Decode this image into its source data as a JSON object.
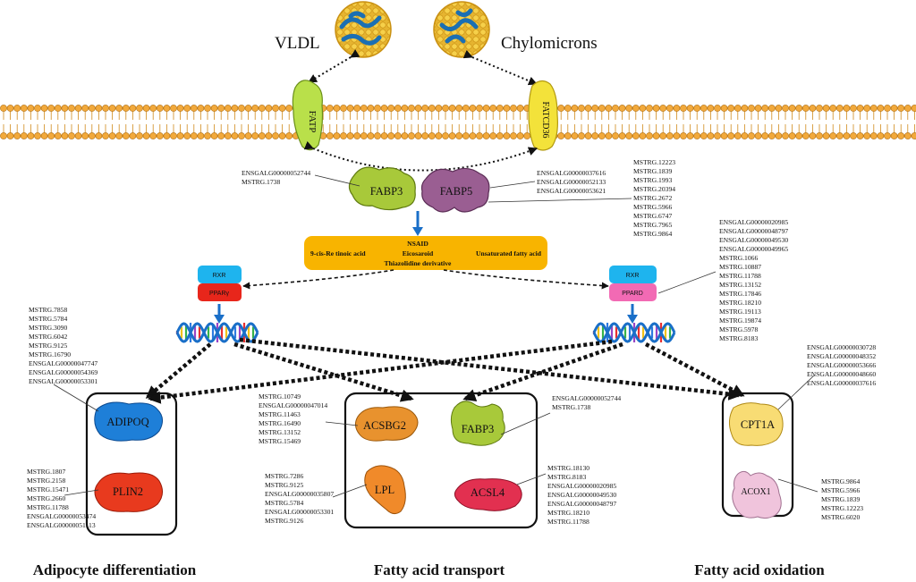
{
  "lipoproteins": {
    "vldl": "VLDL",
    "chylomicrons": "Chylomicrons"
  },
  "transporters": {
    "fatp": "FATP",
    "fatcd36": "FATCD36"
  },
  "binding_proteins": {
    "fabp3": "FABP3",
    "fabp5": "FABP5"
  },
  "fabp3_genes": [
    "ENSGALG00000052744",
    "MSTRG.1738"
  ],
  "fabp5_genes_left": [
    "ENSGALG00000037616",
    "ENSGALG00000052133",
    "ENSGALG00000053621"
  ],
  "fabp5_genes_right": [
    "MSTRG.12223",
    "MSTRG.1839",
    "MSTRG.1993",
    "MSTRG.20394",
    "MSTRG.2672",
    "MSTRG.5966",
    "MSTRG.6747",
    "MSTRG.7965",
    "MSTRG.9864"
  ],
  "ligands": {
    "nsaid": "NSAID",
    "retinoic": "9-cis-Re tinoic acid",
    "eicosanoid": "Eicosaroid",
    "thiazolidine": "Thiazolidine derivative",
    "unsaturated": "Unsaturated fatty acid"
  },
  "receptors": {
    "rxr_left": "RXR",
    "ppary": "PPARγ",
    "rxr_right": "RXR",
    "ppard": "PPARD"
  },
  "ppard_genes": [
    "ENSGALG00000020985",
    "ENSGALG00000048797",
    "ENSGALG00000049530",
    "ENSGALG00000049965",
    "MSTRG.1066",
    "MSTRG.10887",
    "MSTRG.11788",
    "MSTRG.13152",
    "MSTRG.17846",
    "MSTRG.18210",
    "MSTRG.19113",
    "MSTRG.19874",
    "MSTRG.5978",
    "MSTRG.8183"
  ],
  "adipoq_genes": [
    "MSTRG.7858",
    "MSTRG.5784",
    "MSTRG.3090",
    "MSTRG.6042",
    "MSTRG.9125",
    "MSTRG.16790",
    "ENSGALG00000047747",
    "ENSGALG00000054369",
    "ENSGALG00000053301"
  ],
  "plin2_genes": [
    "MSTRG.1807",
    "MSTRG.2158",
    "MSTRG.15471",
    "MSTRG.2660",
    "MSTRG.11788",
    "ENSGALG00000053474",
    "ENSGALG00000051113"
  ],
  "acsbg2_genes": [
    "MSTRG.10749",
    "ENSGALG00000047014",
    "MSTRG.11463",
    "MSTRG.16490",
    "MSTRG.13152",
    "MSTRG.15469"
  ],
  "fabp3b_genes": [
    "ENSGALG00000052744",
    "MSTRG.1738"
  ],
  "lpl_genes": [
    "MSTRG.7286",
    "MSTRG.9125",
    "ENSGALG00000035807",
    "MSTRG.5784",
    "ENSGALG00000053301",
    "MSTRG.9126"
  ],
  "acsl4_genes": [
    "MSTRG.18130",
    "MSTRG.8183",
    "ENSGALG00000020985",
    "ENSGALG00000049530",
    "ENSGALG00000048797",
    "MSTRG.18210",
    "MSTRG.11788"
  ],
  "cpt1a_genes": [
    "ENSGALG00000030728",
    "ENSGALG00000048352",
    "ENSGALG00000053666",
    "ENSGALG00000048660",
    "ENSGALG00000037616"
  ],
  "acox1_genes": [
    "MSTRG.9864",
    "MSTRG.5966",
    "MSTRG.1839",
    "MSTRG.12223",
    "MSTRG.6020"
  ],
  "target_proteins": {
    "adipoq": "ADIPOQ",
    "plin2": "PLIN2",
    "acsbg2": "ACSBG2",
    "fabp3b": "FABP3",
    "lpl": "LPL",
    "acsl4": "ACSL4",
    "cpt1a": "CPT1A",
    "acox1": "ACOX1"
  },
  "sections": {
    "adipocyte": "Adipocyte differentiation",
    "transport": "Fatty acid transport",
    "oxidation": "Fatty acid oxidation"
  },
  "colors": {
    "membrane_head": "#f2a93b",
    "fatp": "#b9e04a",
    "fatcd36": "#f3e23a",
    "fabp3": "#a8c93a",
    "fabp5": "#9a5e92",
    "ligand_box": "#f8b400",
    "rxr": "#1eb4ee",
    "ppary": "#e8261b",
    "ppard": "#f26ab4",
    "adipoq": "#1e7fd8",
    "plin2": "#e83a1e",
    "acsbg2": "#e8922e",
    "lpl": "#f08a2a",
    "acsl4": "#e23050",
    "cpt1a": "#f8dc74",
    "acox1": "#f0c4dc",
    "arrow_blue": "#1a6fc8"
  }
}
